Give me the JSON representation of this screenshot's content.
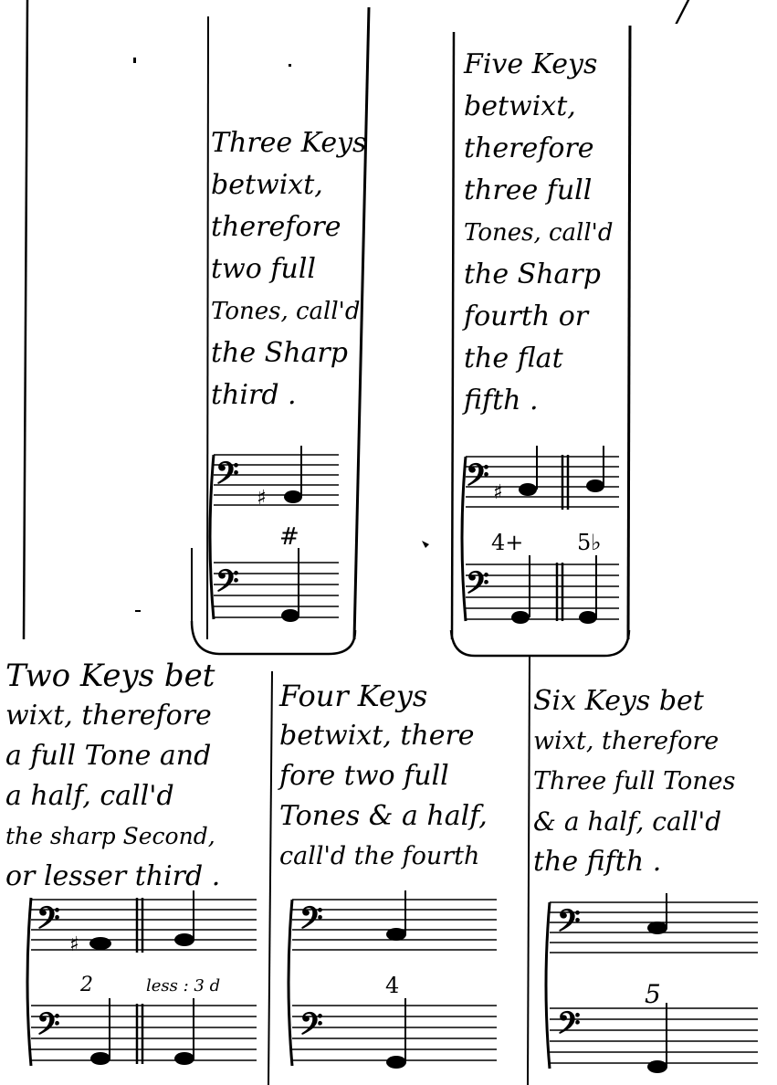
{
  "page_mark": "/",
  "colors": {
    "ink": "#000000",
    "paper": "#ffffff"
  },
  "panels": {
    "three_keys": {
      "lines": [
        "Three Keys",
        "betwixt,",
        "therefore",
        "two full",
        "Tones, call'd",
        "the Sharp",
        "third ."
      ],
      "figures": [
        "#"
      ]
    },
    "five_keys": {
      "lines": [
        "Five Keys",
        "betwixt,",
        "therefore",
        "three full",
        "Tones, call'd",
        "the Sharp",
        "fourth or",
        "the flat",
        "fifth ."
      ],
      "figures": [
        "4+",
        "5♭"
      ]
    },
    "two_keys": {
      "lines": [
        "Two Keys bet",
        "wixt, therefore",
        "a full Tone and",
        "a half, call'd",
        "the sharp Second,",
        "or lesser third ."
      ],
      "figures": [
        "2",
        "less : 3 d"
      ]
    },
    "four_keys": {
      "lines": [
        "Four Keys",
        "betwixt, there",
        "fore two full",
        "Tones & a half,",
        "call'd the fourth"
      ],
      "figures": [
        "4"
      ]
    },
    "six_keys": {
      "lines": [
        "Six Keys bet",
        "wixt, therefore",
        "Three full Tones",
        "& a half, call'd",
        "the fifth ."
      ],
      "figures": [
        "5"
      ]
    }
  }
}
